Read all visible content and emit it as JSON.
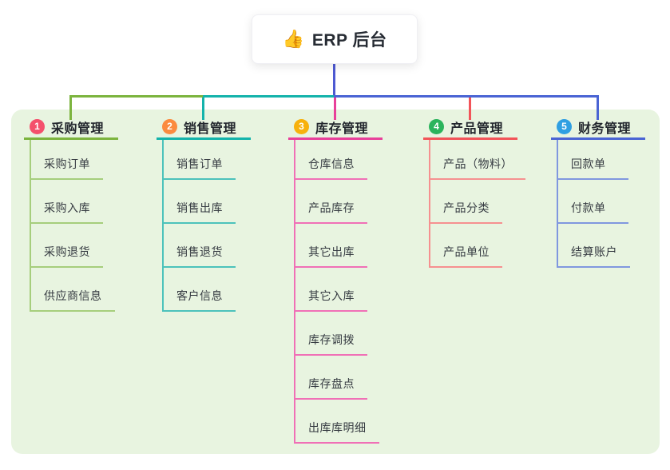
{
  "root": {
    "icon": "thumbs-up-icon",
    "emoji": "👍",
    "label": "ERP 后台"
  },
  "branches": [
    {
      "index": "1",
      "label": "采购管理",
      "color": "#7cb43e",
      "child_color": "#a6ce7c",
      "badge_color": "#f4516c",
      "children": [
        "采购订单",
        "采购入库",
        "采购退货",
        "供应商信息"
      ]
    },
    {
      "index": "2",
      "label": "销售管理",
      "color": "#14b3ab",
      "child_color": "#4cc2bb",
      "badge_color": "#fb8b40",
      "children": [
        "销售订单",
        "销售出库",
        "销售退货",
        "客户信息"
      ]
    },
    {
      "index": "3",
      "label": "库存管理",
      "color": "#e8409a",
      "child_color": "#f070b6",
      "badge_color": "#f7b10d",
      "children": [
        "仓库信息",
        "产品库存",
        "其它出库",
        "其它入库",
        "库存调拨",
        "库存盘点",
        "出库库明细"
      ]
    },
    {
      "index": "4",
      "label": "产品管理",
      "color": "#f25459",
      "child_color": "#f69090",
      "badge_color": "#2bb45c",
      "children": [
        "产品（物料）",
        "产品分类",
        "产品单位"
      ]
    },
    {
      "index": "5",
      "label": "财务管理",
      "color": "#4a64d4",
      "child_color": "#8097df",
      "badge_color": "#2f9fe2",
      "children": [
        "回款单",
        "付款单",
        "结算账户"
      ]
    }
  ],
  "colors": {
    "canvas_bg": "#ffffff",
    "board_bg": "#e8f4e0",
    "root_connector": "#4d59d2",
    "header_text": "#23272e",
    "child_text": "#363b42"
  }
}
